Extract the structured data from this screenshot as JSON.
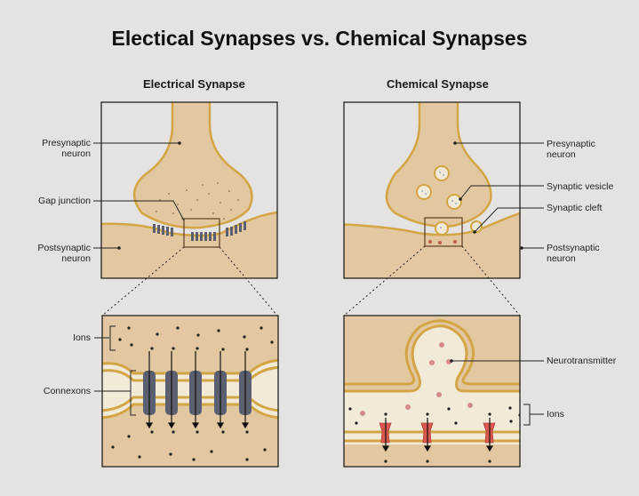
{
  "title": "Electical Synapses vs. Chemical Synapses",
  "electrical": {
    "heading": "Electrical Synapse",
    "labels": {
      "presynaptic_line1": "Presynaptic",
      "presynaptic_line2": "neuron",
      "gap_junction": "Gap junction",
      "postsynaptic_line1": "Postsynaptic",
      "postsynaptic_line2": "neuron",
      "ions": "Ions",
      "connexons": "Connexons"
    }
  },
  "chemical": {
    "heading": "Chemical Synapse",
    "labels": {
      "presynaptic_line1": "Presynaptic",
      "presynaptic_line2": "neuron",
      "synaptic_vesicle": "Synaptic vesicle",
      "synaptic_cleft": "Synaptic cleft",
      "postsynaptic_line1": "Postsynaptic",
      "postsynaptic_line2": "neuron",
      "neurotransmitter": "Neurotransmitter",
      "ions": "Ions"
    }
  },
  "colors": {
    "background": "#e4e3e1",
    "cell_fill": "#e2c7a0",
    "membrane": "#d4a545",
    "connexon": "#5a6070",
    "receptor": "#d9584e",
    "neurotransmitter": "#d88a8a",
    "ion": "#222222"
  }
}
